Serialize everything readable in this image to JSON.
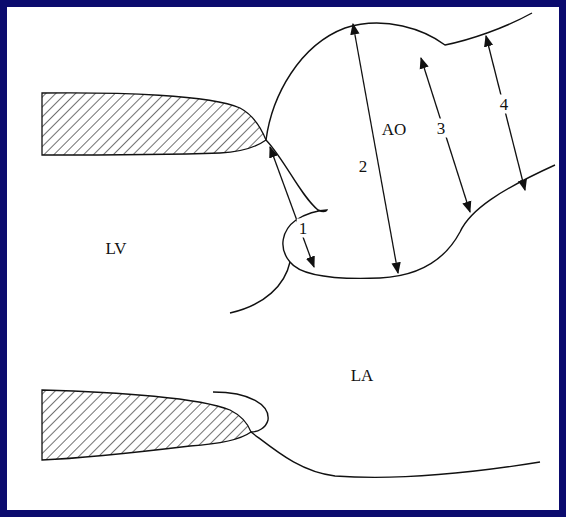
{
  "diagram": {
    "labels": [
      "AO",
      "2",
      "3",
      "4",
      "1",
      "LV",
      "LA"
    ]
  }
}
